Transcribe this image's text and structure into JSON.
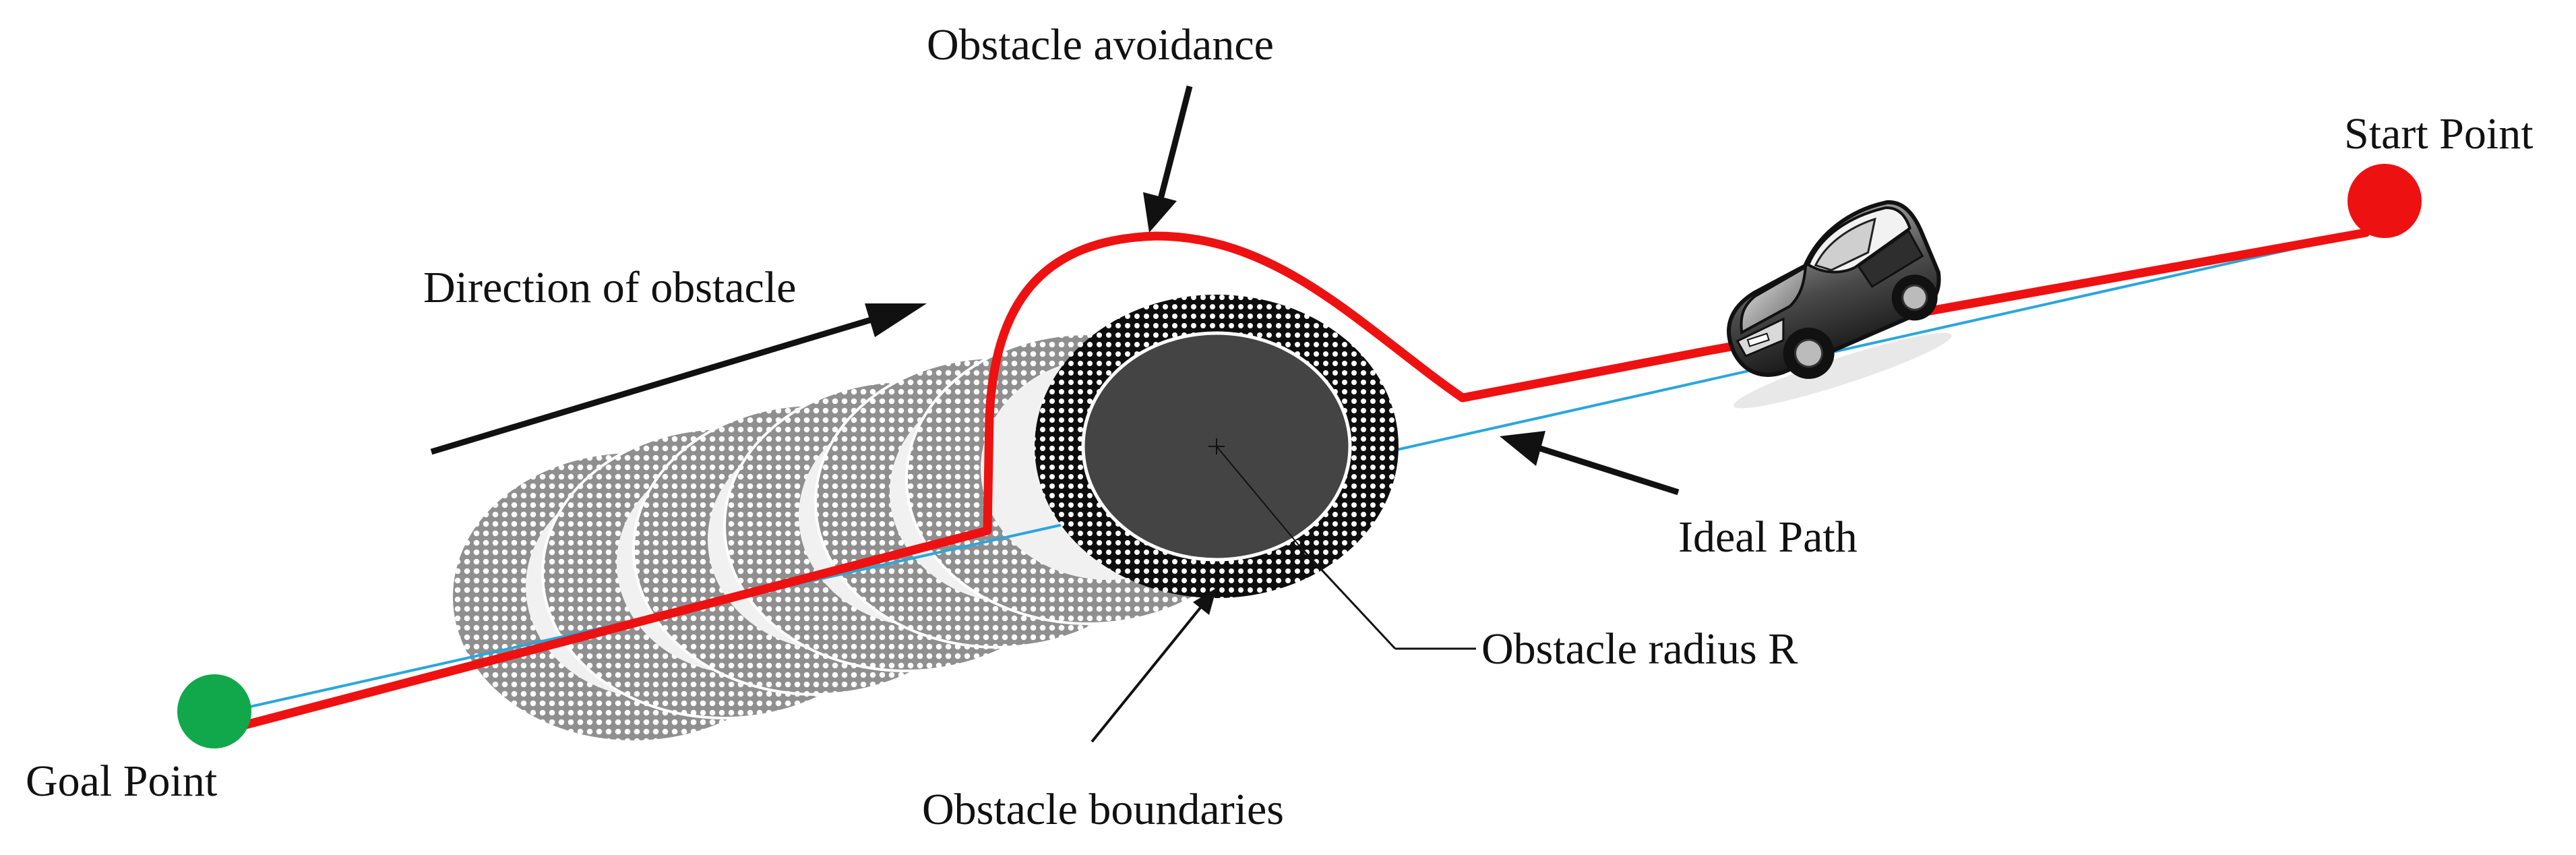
{
  "labels": {
    "obstacle_avoidance": "Obstacle avoidance",
    "start_point": "Start Point",
    "direction_of_obstacle": "Direction of obstacle",
    "ideal_path": "Ideal Path",
    "obstacle_radius": "Obstacle radius R",
    "goal_point": "Goal Point",
    "obstacle_boundaries": "Obstacle boundaries"
  },
  "colors": {
    "planned_path": "#ee1111",
    "ideal_path": "#2aa6dd",
    "start_marker": "#ee1111",
    "goal_marker": "#10a84a",
    "obstacle_core": "#444444",
    "obstacle_ring": "#0d0d0d",
    "ghost_obstacle": "#9a9a9a"
  },
  "icons": {
    "vehicle": "car-icon",
    "start": "start-point-marker",
    "goal": "goal-point-marker"
  }
}
